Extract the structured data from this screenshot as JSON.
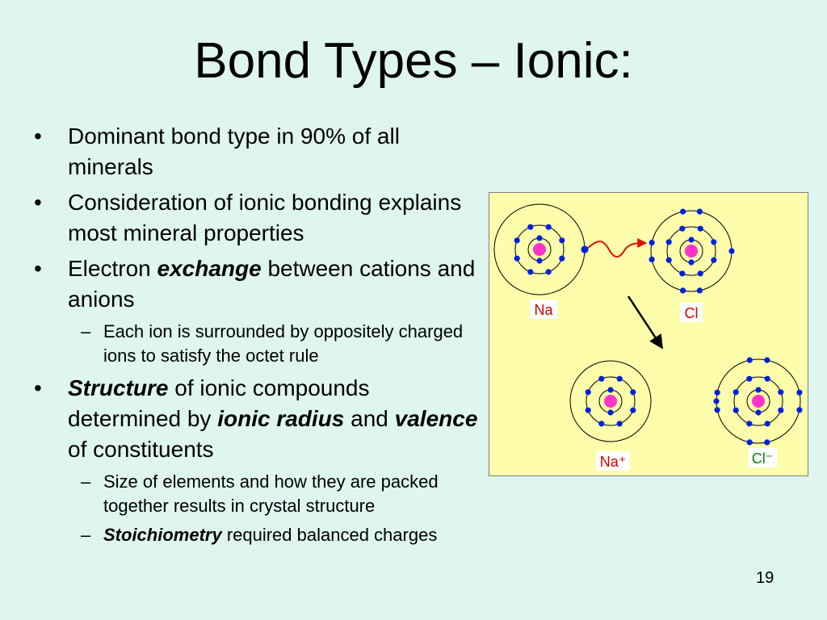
{
  "title": "Bond Types – Ionic:",
  "bullets": {
    "b1": "Dominant bond type in 90% of all minerals",
    "b2": "Consideration of ionic bonding explains most mineral properties",
    "b3_prefix": "Electron ",
    "b3_em": "exchange",
    "b3_suffix": " between cations and anions",
    "b3_sub1": "Each ion is surrounded by oppositely charged ions to satisfy the octet rule",
    "b4_em1": "Structure",
    "b4_mid1": " of ionic compounds determined by ",
    "b4_em2": "ionic radius",
    "b4_mid2": " and ",
    "b4_em3": "valence",
    "b4_suffix": " of constituents",
    "b4_sub1": "Size of elements and how they are packed together results in crystal structure",
    "b4_sub2_em": "Stoichiometry",
    "b4_sub2_suffix": " required balanced charges"
  },
  "markers": {
    "bullet": "•",
    "dash": "–"
  },
  "figure": {
    "label_na": "Na",
    "label_cl": "Cl",
    "label_na_ion": "Na⁺",
    "label_cl_ion": "Cl⁻"
  },
  "colors": {
    "nucleus": "#ff33cc",
    "electron": "#0022dd",
    "transfer_arrow": "#dd1100",
    "label_red": "#cc0000",
    "label_green": "#008800",
    "figure_bg": "#fdfdab"
  },
  "page_number": "19"
}
